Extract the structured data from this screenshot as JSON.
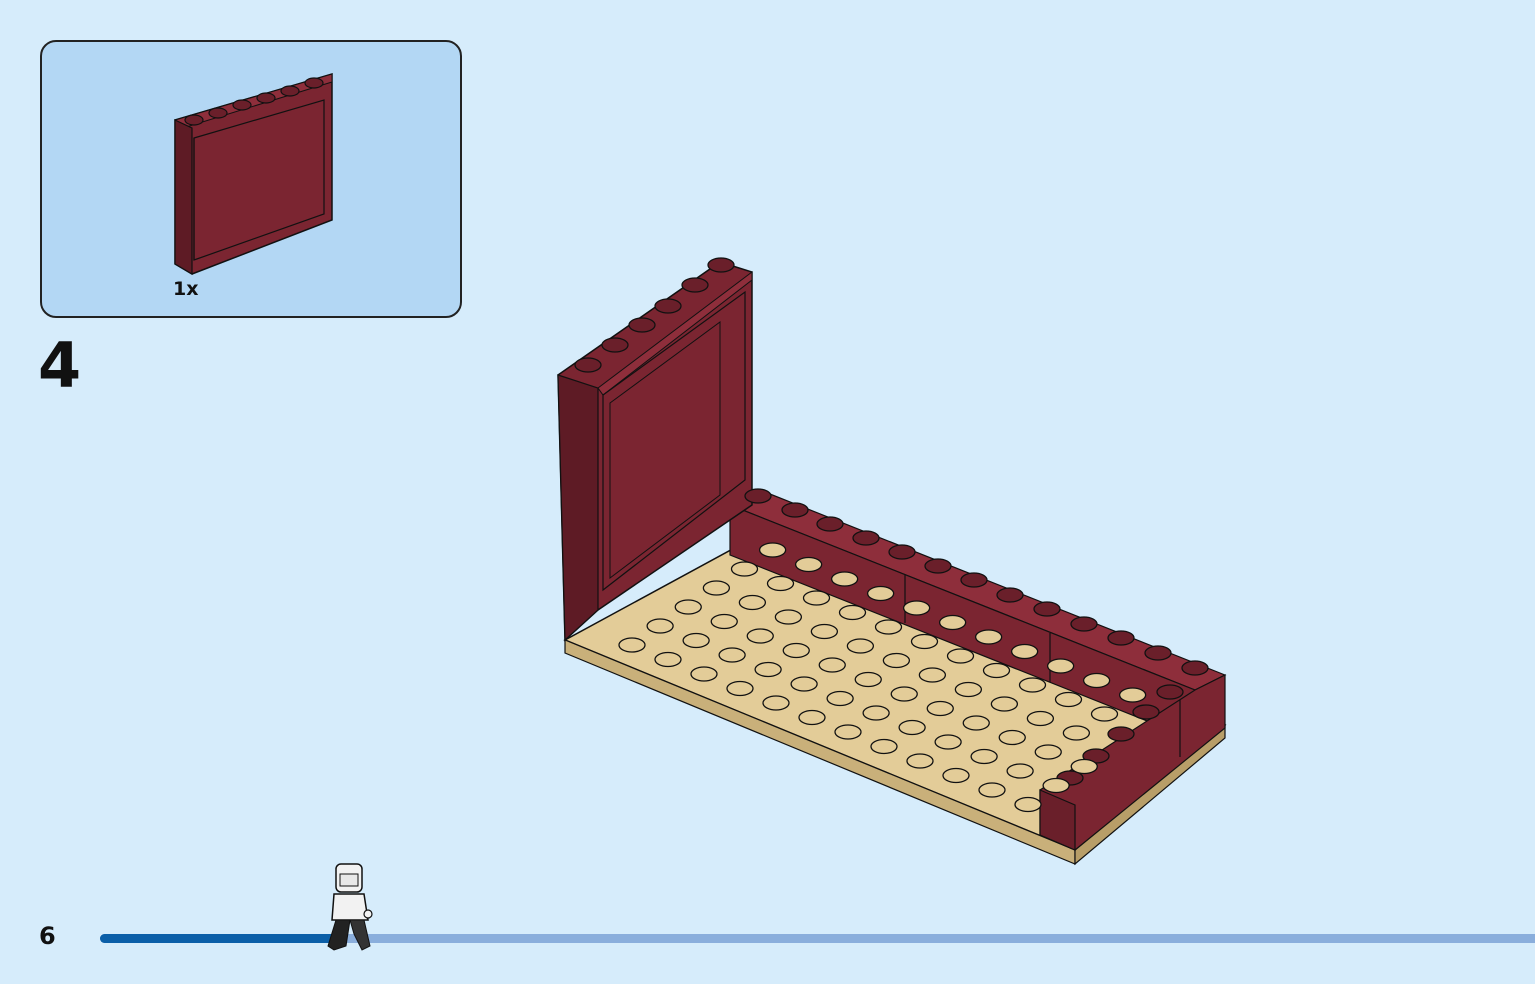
{
  "parts_callout": {
    "quantity_label": "1x",
    "part_color": "#7b2531"
  },
  "step": {
    "number": "4"
  },
  "page": {
    "number": "6",
    "progress_fraction": 0.17
  },
  "colors": {
    "background": "#d6ecfb",
    "callout_background": "#b3d7f4",
    "dark_red": "#7b2531",
    "tan": "#e3cc98",
    "progress_done": "#0b5fa8",
    "progress_remaining": "#8aaedc"
  },
  "icons": {
    "part": "wall-panel-1x6x5-icon",
    "model": "assembled-model-illustration",
    "progress_marker": "minifigure-icon"
  }
}
